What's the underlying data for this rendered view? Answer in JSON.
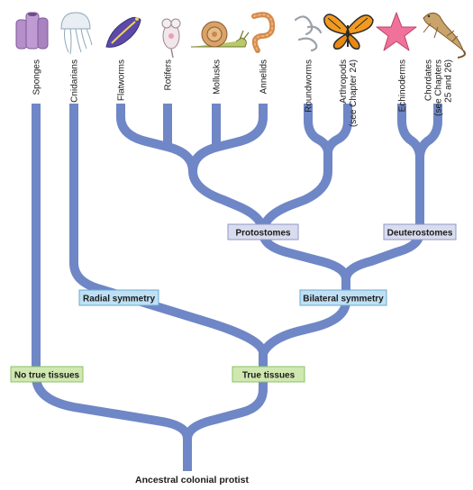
{
  "colors": {
    "branch": "#6f87c6",
    "box_purple_fill": "#d9dcee",
    "box_purple_stroke": "#8f97c7",
    "box_blue_fill": "#bfe0f4",
    "box_blue_stroke": "#6aaad4",
    "box_green_fill": "#cfe8b0",
    "box_green_stroke": "#8cc06a"
  },
  "taxa": [
    {
      "name": "sponge",
      "label": "Sponges",
      "icon": "sponge-icon"
    },
    {
      "name": "cnidarian",
      "label": "Cnidarians",
      "icon": "jellyfish-icon"
    },
    {
      "name": "flatworm",
      "label": "Flatworms",
      "icon": "flatworm-icon"
    },
    {
      "name": "rotifer",
      "label": "Rotifers",
      "icon": "rotifer-icon"
    },
    {
      "name": "mollusk",
      "label": "Mollusks",
      "icon": "snail-icon"
    },
    {
      "name": "annelid",
      "label": "Annelids",
      "icon": "annelid-icon"
    },
    {
      "name": "roundworm",
      "label": "Roundworms",
      "icon": "roundworm-icon"
    },
    {
      "name": "arthropod",
      "label": "Arthropods",
      "label2": "(see Chapter 24)",
      "icon": "butterfly-icon"
    },
    {
      "name": "echinoderm",
      "label": "Echinoderms",
      "icon": "starfish-icon"
    },
    {
      "name": "chordate",
      "label": "Chordates",
      "label2": "(see Chapters",
      "label3": "25 and 26)",
      "icon": "lizard-icon"
    }
  ],
  "nodes": {
    "protostomes": "Protostomes",
    "deuterostomes": "Deuterostomes",
    "radial_symmetry": "Radial symmetry",
    "bilateral_symmetry": "Bilateral symmetry",
    "no_true_tissues": "No true tissues",
    "true_tissues": "True tissues"
  },
  "root_label": "Ancestral colonial protist"
}
